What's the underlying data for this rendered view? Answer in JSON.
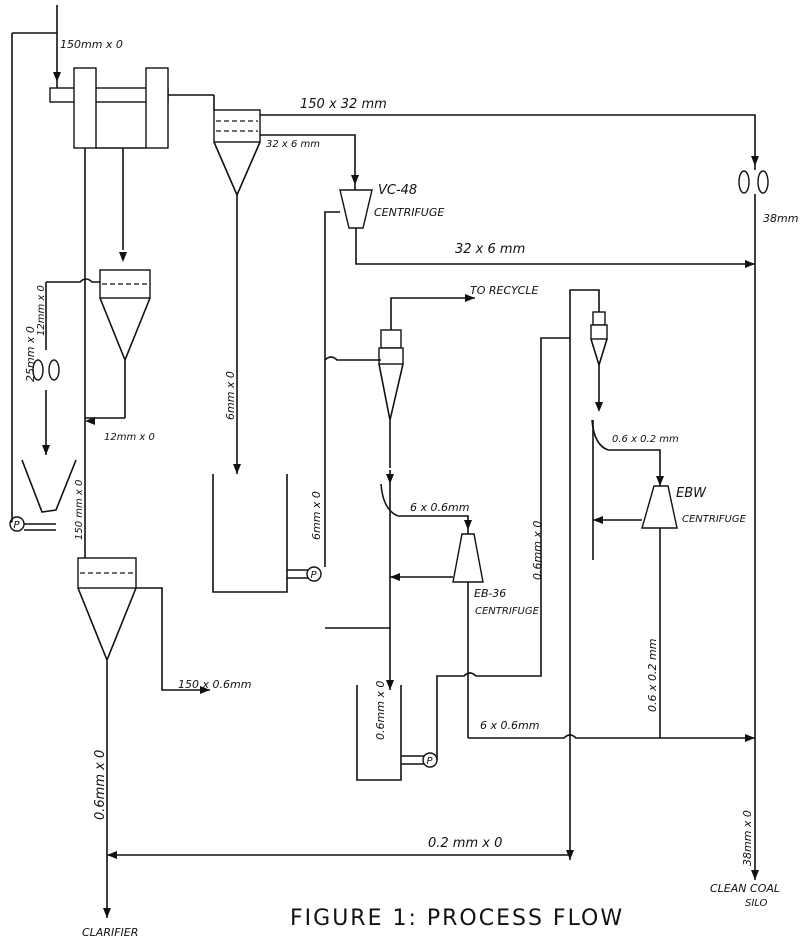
{
  "figure_title": "FIGURE 1:   PROCESS FLOW",
  "labels": {
    "feed_top": "150mm x 0",
    "sz_150x32": "150 x 32 mm",
    "sz_32x6_screen": "32 x 6 mm",
    "vc48": "VC-48",
    "vc48_centrifuge": "CENTRIFUGE",
    "sz_38mm": "38mm",
    "sz_32x6_line": "32 x 6 mm",
    "sz_25x0": "25mm x 0",
    "sz_12x0_vertical": "12mm x 0",
    "sz_6x0_vertical": "6mm x 0",
    "to_recycle": "TO RECYCLE",
    "sz_12x0_horizontal": "12mm x 0",
    "sz_0_6x0_2": "0.6 x 0.2 mm",
    "ebw": "EBW",
    "ebw_centrifuge": "CENTRIFUGE",
    "sz_6x0_6_eb": "6 x 0.6mm",
    "sz_6x0_left": "6mm x 0",
    "sz_150x0_vertical": "150 mm x 0",
    "sz_0_6x0_mid": "0.6mm x 0",
    "eb36": "EB-36",
    "eb36_centrifuge": "CENTRIFUGE",
    "sz_0_6x0_2_vertical": "0.6 x 0.2 mm",
    "sz_150x0_6": "150 x 0.6mm",
    "sz_0_6x0_sump": "0.6mm x 0",
    "sz_6x0_6_lower": "6 x 0.6mm",
    "sz_0_6x0_bottom": "0.6mm x 0",
    "sz_0_2x0": "0.2 mm x 0",
    "sz_38x0": "38mm x 0",
    "clean_coal_silo_1": "CLEAN COAL",
    "clean_coal_silo_2": "SILO",
    "clarifier": "CLARIFIER",
    "pump": "P"
  }
}
